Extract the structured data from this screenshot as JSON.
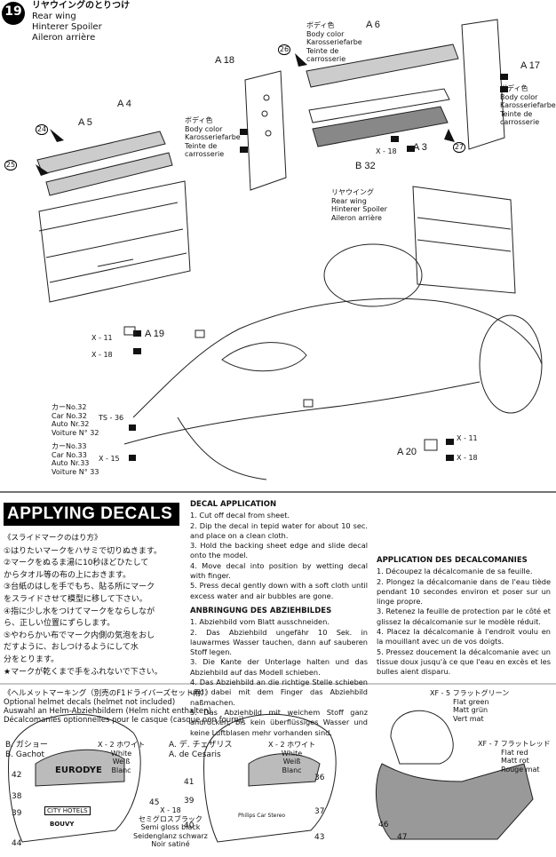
{
  "step": {
    "number": "19",
    "title_ja": "リヤウイングのとりつけ",
    "title_en": "Rear wing",
    "title_de": "Hinterer Spoiler",
    "title_fr": "Aileron arrière"
  },
  "parts": {
    "a4": "A 4",
    "a5": "A 5",
    "a6": "A 6",
    "a18": "A 18",
    "a17": "A 17",
    "a3": "A 3",
    "b32": "B 32",
    "x18": "X - 18",
    "a19": "A 19",
    "a20": "A 20",
    "x11a": "X - 11",
    "x18a": "X - 18",
    "x11b": "X - 11",
    "x18b": "X - 18",
    "ts36": "TS - 36",
    "x15": "X - 15"
  },
  "color_notes": {
    "body_left": [
      "ボディ色",
      "Body color",
      "Karosseriefarbe",
      "Teinte de",
      "carrosserie"
    ],
    "body_top": [
      "ボディ色",
      "Body color",
      "Karosseriefarbe",
      "Teinte de",
      "carrosserie"
    ],
    "body_right": [
      "ボディ色",
      "Body color",
      "Karosseriefarbe",
      "Teinte de",
      "carrosserie"
    ]
  },
  "rear_wing_label": [
    "リヤウイング",
    "Rear wing",
    "Hinterer Spoiler",
    "Aileron arrière"
  ],
  "circles": {
    "c24": "24",
    "c25": "25",
    "c26": "26",
    "c27": "27"
  },
  "car_numbers": {
    "car32": [
      "カーNo.32",
      "Car No.32",
      "Auto Nr.32",
      "Voiture N° 32"
    ],
    "car33": [
      "カーNo.33",
      "Car No.33",
      "Auto Nr.33",
      "Voiture N° 33"
    ]
  },
  "decals": {
    "heading": "APPLYING DECALS",
    "ja_title": "《スライドマークのはり方》",
    "ja_steps": "①はりたいマークをハサミで切りぬきます。\n②マークをぬるま湯に10秒ほどひたして\nからタオル等の布の上におきます。\n③台紙のはしを手でもち、貼る所にマーク\nをスライドさせて模型に移して下さい。\n④指に少し水をつけてマークをならしなが\nら、正しい位置にずらします。\n⑤やわらかい布でマーク内側の気泡をおし\nだすように、おしつけるようにして水\n分をとります。\n★マークが乾くまで手をふれないで下さい。",
    "en_title": "DECAL APPLICATION",
    "en_steps": "1. Cut off decal from sheet.\n2. Dip the decal in tepid water for about 10 sec. and place on a clean cloth.\n3. Hold the backing sheet edge and slide decal onto the model.\n4. Move decal into position by wetting decal with finger.\n5. Press decal gently down with a soft cloth until excess water and air bubbles are gone.",
    "de_title": "ANBRINGUNG DES ABZIEHBILDES",
    "de_steps": "1. Abziehbild vom Blatt ausschneiden.\n2. Das Abziehbild ungefähr 10 Sek. in lauwarmes Wasser tauchen, dann auf sauberen Stoff legen.\n3. Die Kante der Unterlage halten und das Abziehbild auf das Modell schieben.\n4. Das Abziehbild an die richtige Stelle schieben und dabei mit dem Finger das Abziehbild naßmachen.\n5. Das Abziehbild mit weichem Stoff ganz andrücken, bis kein überflüssiges Wasser und keine Luftblasen mehr vorhanden sind.",
    "fr_title": "APPLICATION DES DECALCOMANIES",
    "fr_steps": "1. Découpez la décalcomanie de sa feuille.\n2. Plongez la décalcomanie dans de l'eau tiède pendant 10 secondes environ et poser sur un linge propre.\n3. Retenez la feuille de protection par le côté et glissez la décalcomanie sur le modèle réduit.\n4. Placez la décalcomanie à l'endroit voulu en la mouillant avec un de vos doigts.\n5. Pressez doucement la décalcomanie avec un tissue doux jusqu'à ce que l'eau en excès et les bulles aient disparu."
  },
  "helmet": {
    "title_ja": "《ヘルメットマーキング（別売のF1ドライバーズセット用）》",
    "title_en": "Optional helmet decals (helmet not included)",
    "title_de": "Auswahl an Helm-Abziehbildern (Helm nicht enthalten)",
    "title_fr": "Décalcomanies optionnelles pour le casque (casque non fourni)",
    "driver1": [
      "B. ガショー",
      "B. Gachot"
    ],
    "driver2": [
      "A. デ. チェザリス",
      "A. de Cesaris"
    ],
    "white": [
      "X - 2 ホワイト",
      "White",
      "Weiß",
      "Blanc"
    ],
    "white2": [
      "X - 2 ホワイト",
      "White",
      "Weiß",
      "Blanc"
    ],
    "semigloss": [
      "X - 18",
      "セミグロスブラック",
      "Semi gloss black",
      "Seidenglanz schwarz",
      "Noir satiné"
    ],
    "flat_green": [
      "XF - 5 フラットグリーン",
      "Flat green",
      "Matt grün",
      "Vert mat"
    ],
    "flat_red": [
      "XF - 7 フラットレッド",
      "Flat red",
      "Matt rot",
      "Rouge mat"
    ],
    "eurodye": "EURODYE",
    "city_hotels": "CITY HOTELS",
    "bouvy": "BOUVY",
    "philips": "Philips Car Stereo",
    "c38": "38",
    "c39": "39",
    "c42": "42",
    "c44": "44",
    "c45": "45",
    "c41": "41",
    "c36": "36",
    "c37": "37",
    "c40": "40",
    "c43": "43",
    "c39b": "39",
    "c46": "46",
    "c47": "47"
  }
}
